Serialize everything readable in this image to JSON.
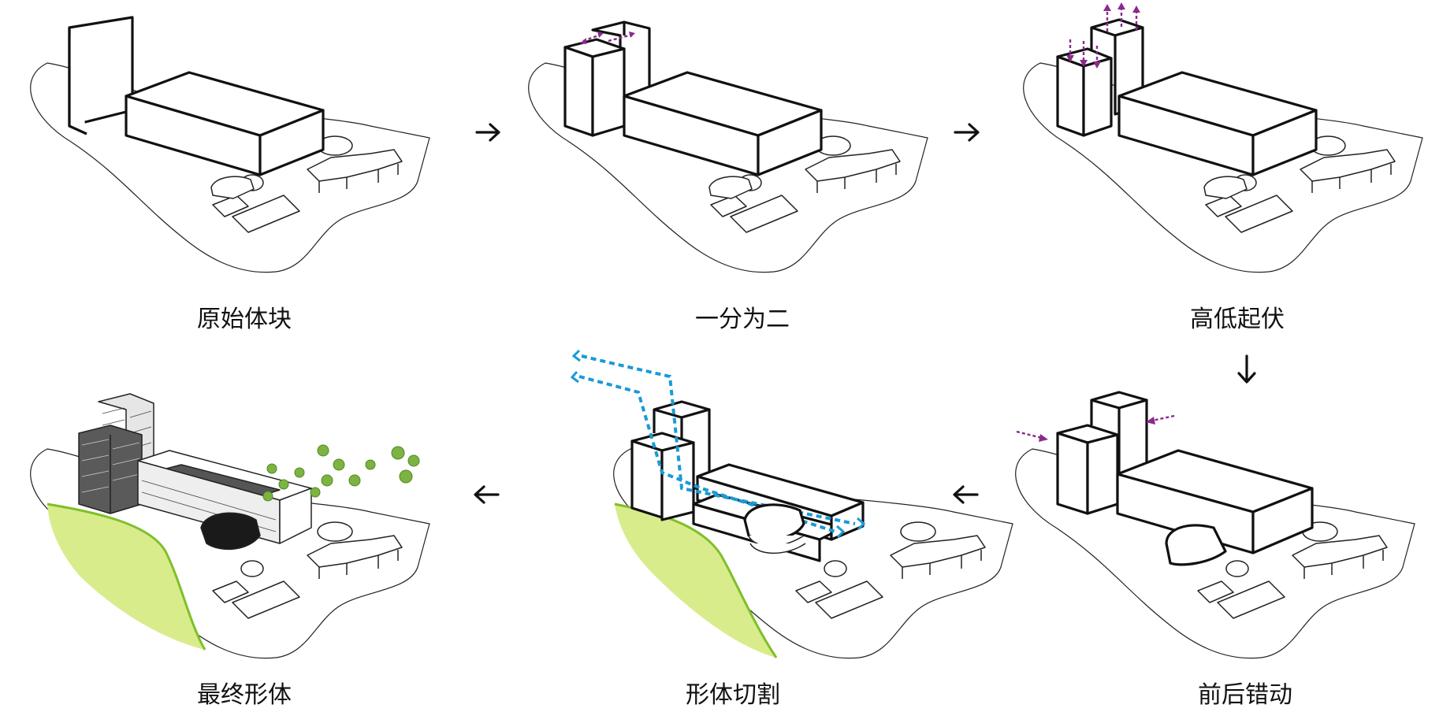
{
  "steps": [
    {
      "label": "原始体块"
    },
    {
      "label": "一分为二"
    },
    {
      "label": "高低起伏"
    },
    {
      "label": "前后错动"
    },
    {
      "label": "形体切割"
    },
    {
      "label": "最终形体"
    }
  ],
  "colors": {
    "stroke": "#111111",
    "purple_arrows": "#8a2a8c",
    "blue_dashes": "#1a9ad6",
    "green_zone": "#d9ec8c",
    "green_edge": "#7fbf2a",
    "trees": "#7cb342"
  },
  "flow_arrows": [
    "right-arrow",
    "right-arrow",
    "down-arrow",
    "left-arrow",
    "left-arrow"
  ]
}
